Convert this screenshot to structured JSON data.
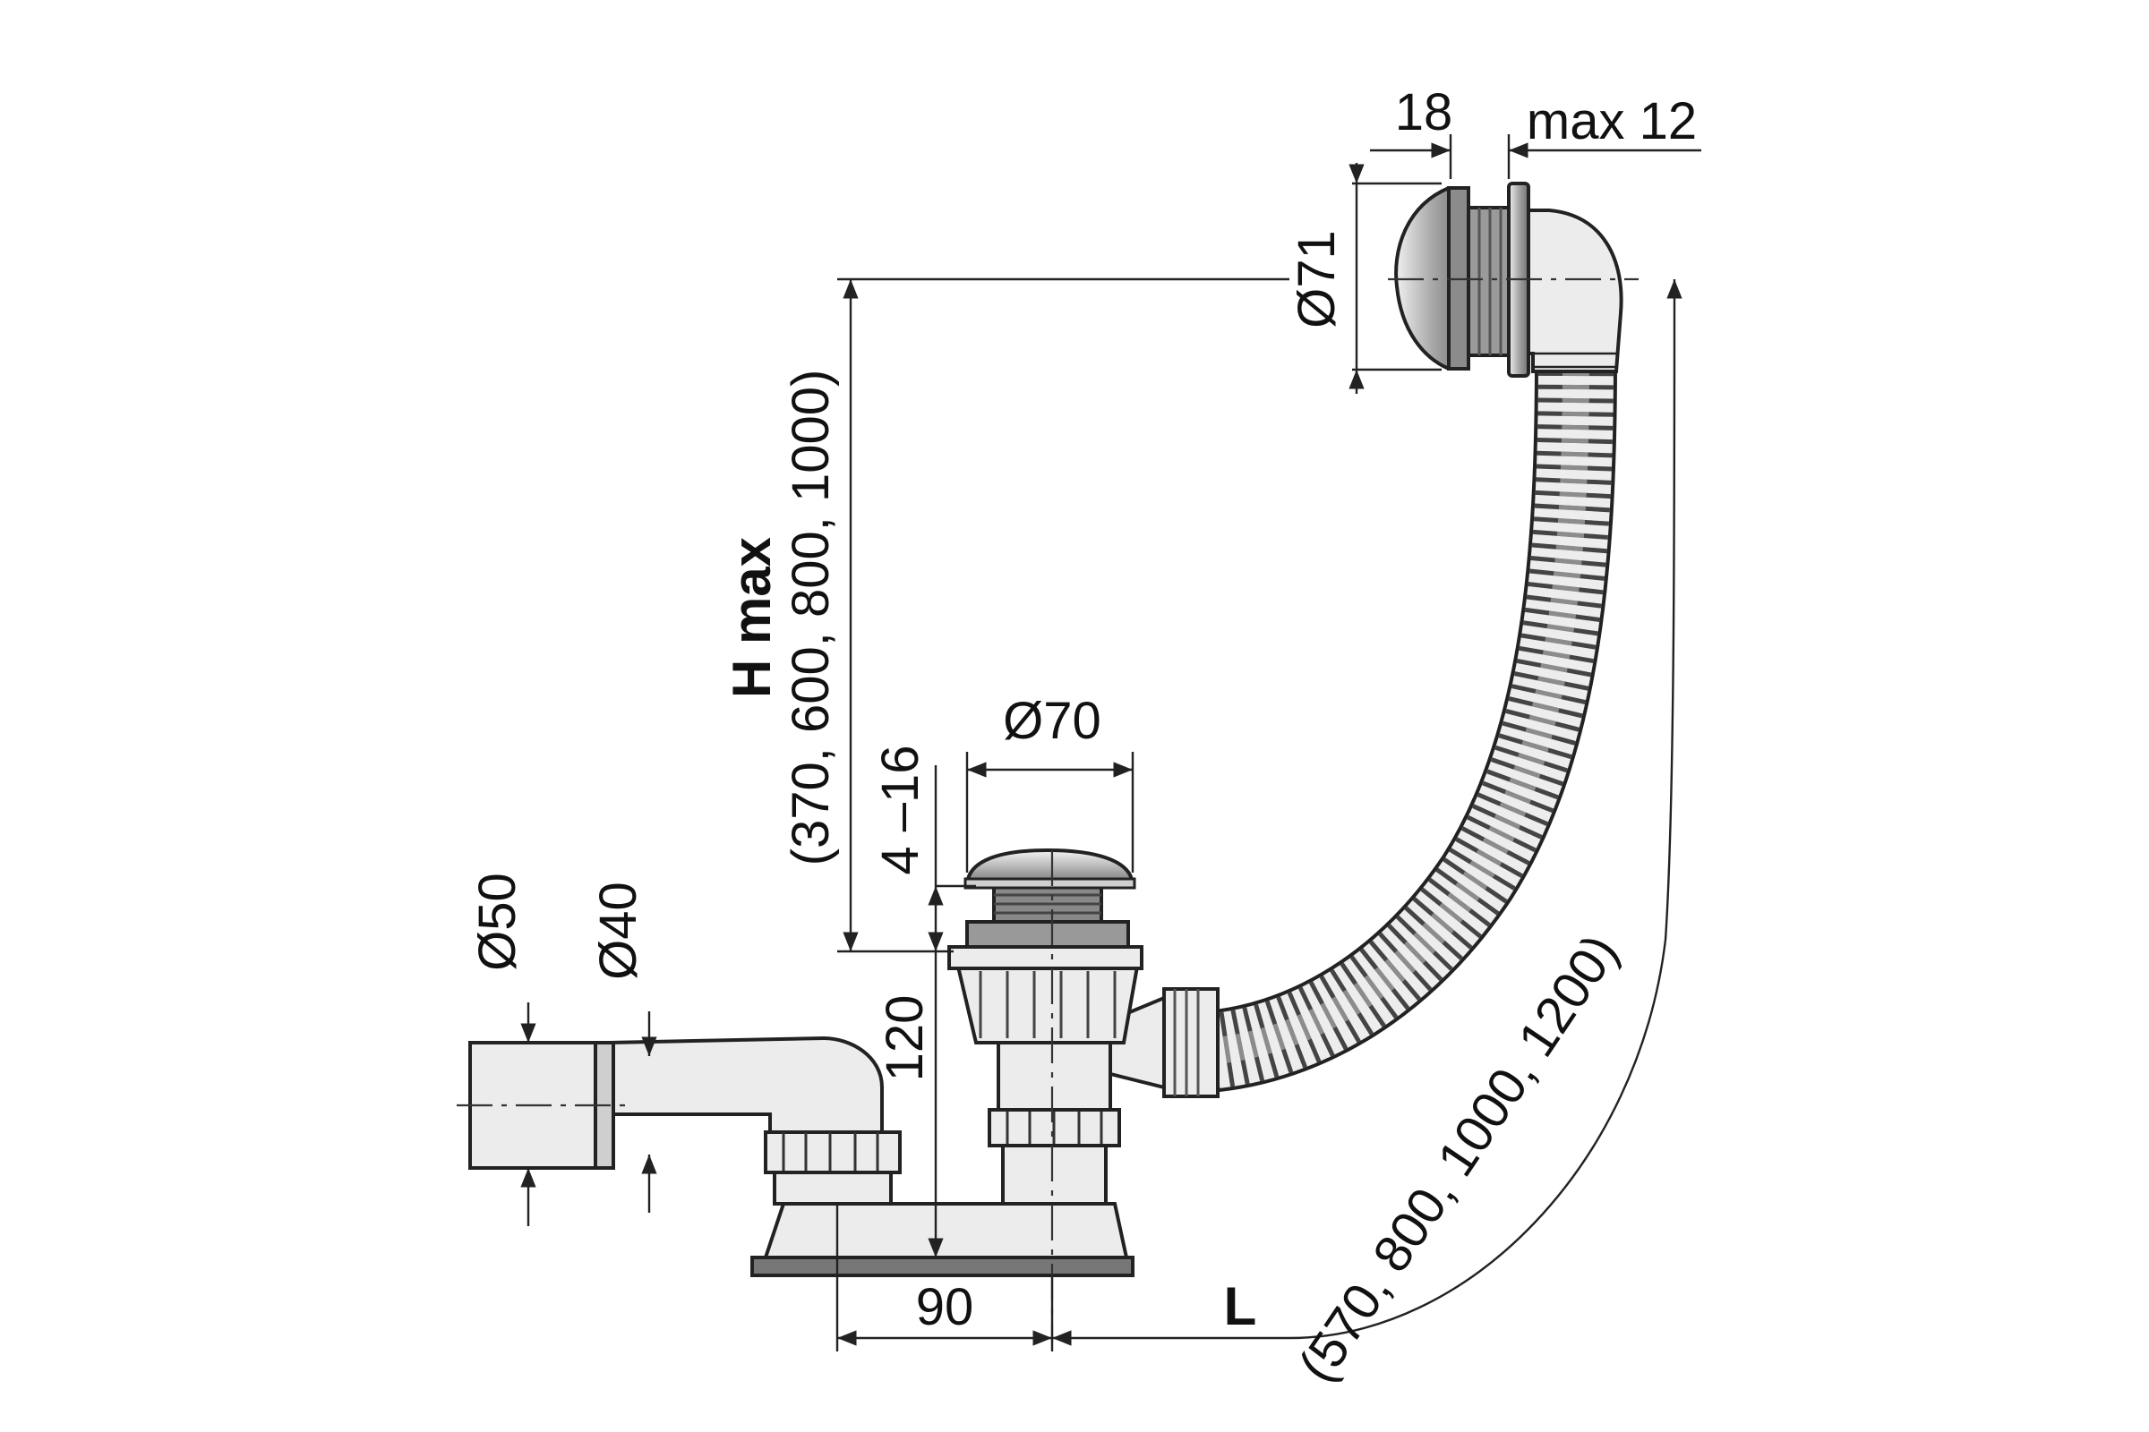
{
  "dimensions": {
    "overflow_depth": "18",
    "overflow_gap": "max 12",
    "overflow_diameter": "Ø71",
    "height_label": "H max",
    "height_values": "(370, 600, 800, 1000)",
    "plug_range": "4 –16",
    "drain_diameter": "Ø70",
    "pipe_diameter_outer": "Ø50",
    "pipe_diameter_inner": "Ø40",
    "trap_height": "120",
    "outlet_offset": "90",
    "length_label": "L",
    "length_values": "(570, 800, 1000, 1200)"
  }
}
